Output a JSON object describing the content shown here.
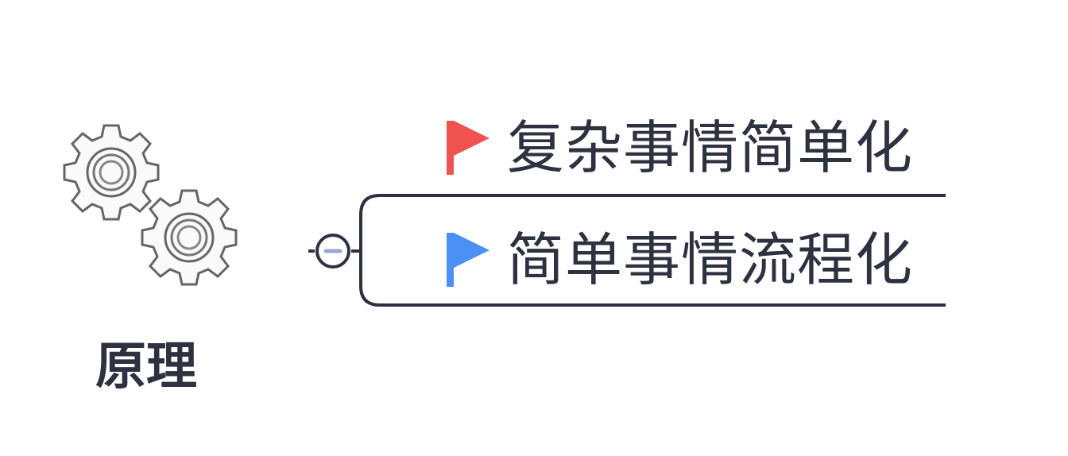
{
  "mindmap": {
    "root": {
      "label": "原理",
      "icon": "gears-icon"
    },
    "branches": [
      {
        "label": "复杂事情简单化",
        "flag_icon": "red-flag-icon",
        "flag_color": "#ef5350"
      },
      {
        "label": "简单事情流程化",
        "flag_icon": "blue-flag-icon",
        "flag_color": "#4a90f5"
      }
    ],
    "collapse_toggle": {
      "symbol": "−",
      "icon": "collapse-minus-icon"
    }
  },
  "colors": {
    "text": "#2e3140",
    "line": "#2e3140",
    "toggle_fill": "#9aa6d6"
  }
}
